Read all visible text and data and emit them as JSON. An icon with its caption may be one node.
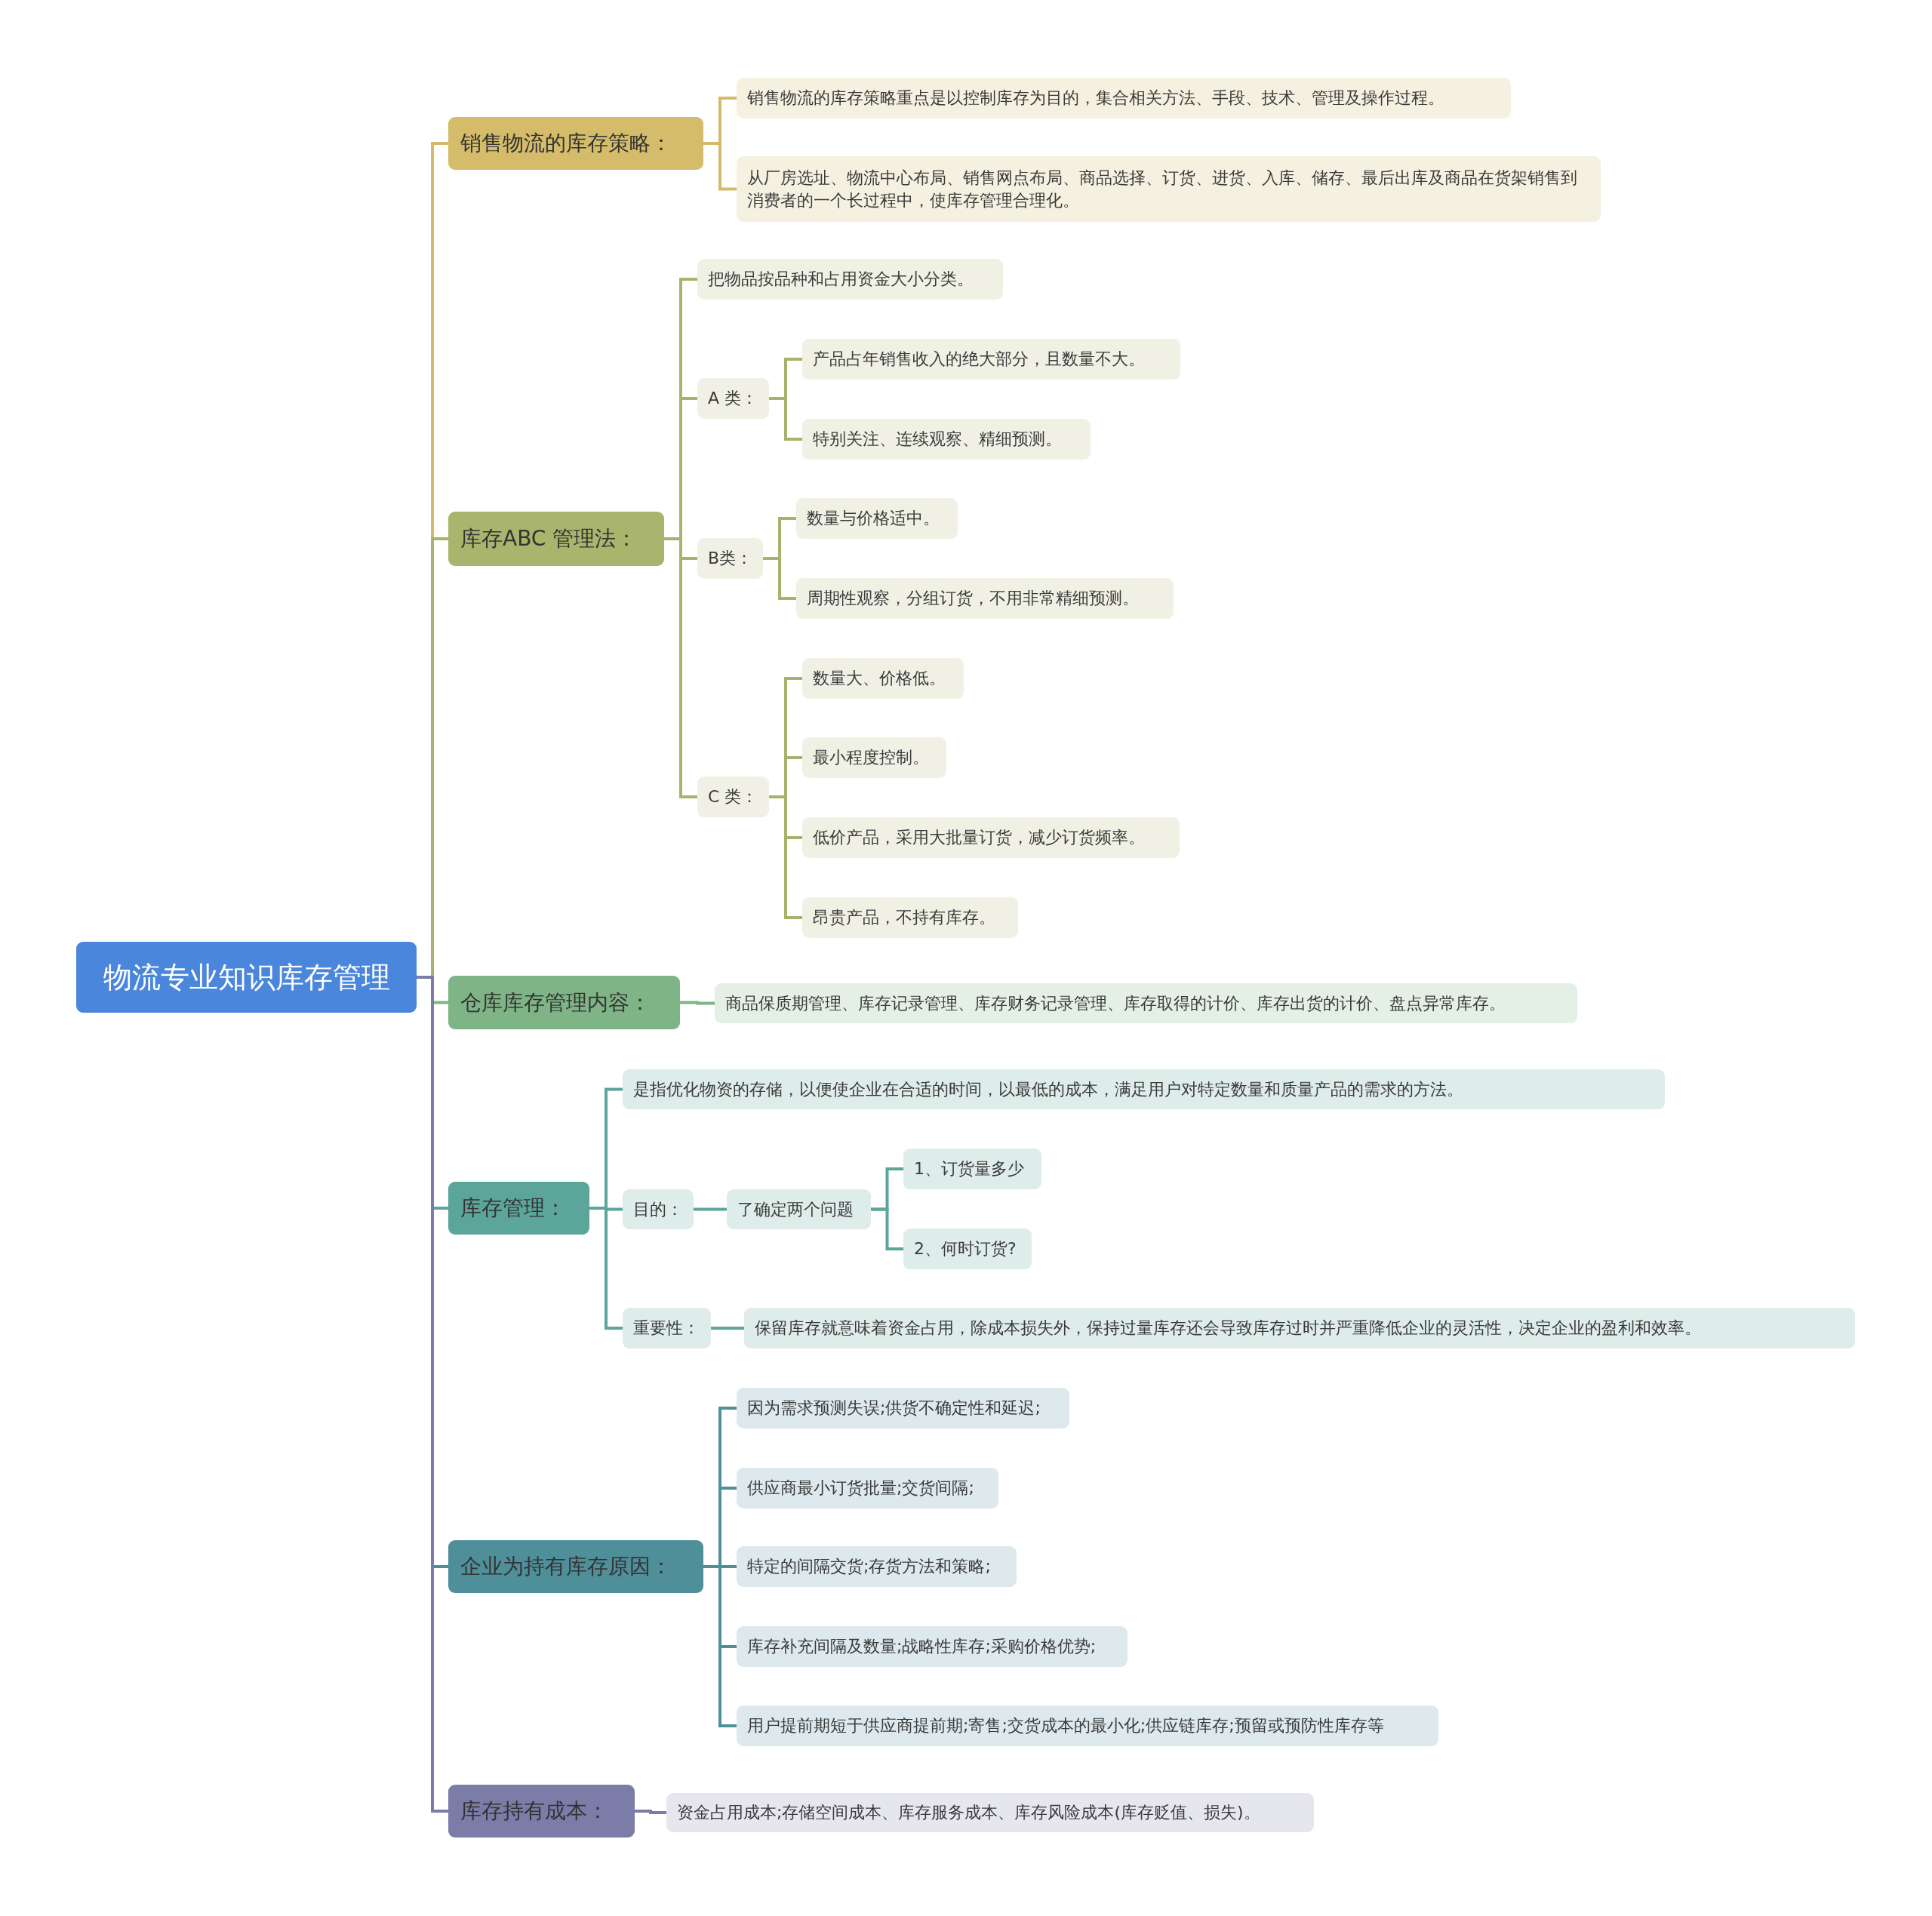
{
  "diagram": {
    "nodes": [
      {
        "text": [
          "物流专业知识库存管理"
        ]
      },
      {
        "text": [
          "销售物流的库存策略："
        ]
      },
      {
        "text": [
          "销售物流的库存策略重点是以控制库存为目的，集合相关方法、手段、技术、管理及操作过程。"
        ]
      },
      {
        "text": [
          "从厂房选址、物流中心布局、销售网点布局、商品选择、订货、进货、入库、储存、最后出库及商品在货架销售到消费者的一个长过程中，使库存管理合理化。"
        ]
      },
      {
        "text": [
          "库存ABC 管理法："
        ]
      },
      {
        "text": [
          "把物品按品种和占用资金大小分类。"
        ]
      },
      {
        "text": [
          "A 类："
        ]
      },
      {
        "text": [
          "产品占年销售收入的绝大部分，且数量不大。"
        ]
      },
      {
        "text": [
          "特别关注、连续观察、精细预测。"
        ]
      },
      {
        "text": [
          "B类："
        ]
      },
      {
        "text": [
          "数量与价格适中。"
        ]
      },
      {
        "text": [
          "周期性观察，分组订货，不用非常精细预测。"
        ]
      },
      {
        "text": [
          "C 类："
        ]
      },
      {
        "text": [
          "数量大、价格低。"
        ]
      },
      {
        "text": [
          "最小程度控制。"
        ]
      },
      {
        "text": [
          "低价产品，采用大批量订货，减少订货频率。"
        ]
      },
      {
        "text": [
          "昂贵产品，不持有库存。"
        ]
      },
      {
        "text": [
          "仓库库存管理内容："
        ]
      },
      {
        "text": [
          "商品保质期管理、库存记录管理、库存财务记录管理、库存取得的计价、库存出货的计价、盘点异常库存。"
        ]
      },
      {
        "text": [
          "库存管理："
        ]
      },
      {
        "text": [
          "是指优化物资的存储，以便使企业在合适的时间，以最低的成本，满足用户对特定数量和质量产品的需求的方法。"
        ]
      },
      {
        "text": [
          "目的："
        ]
      },
      {
        "text": [
          "了确定两个问题"
        ]
      },
      {
        "text": [
          "1、订货量多少"
        ]
      },
      {
        "text": [
          "2、何时订货?"
        ]
      },
      {
        "text": [
          "重要性："
        ]
      },
      {
        "text": [
          "保留库存就意味着资金占用，除成本损失外，保持过量库存还会导致库存过时并严重降低企业的灵活性，决定企业的盈利和效率。"
        ]
      },
      {
        "text": [
          "企业为持有库存原因："
        ]
      },
      {
        "text": [
          "因为需求预测失误;供货不确定性和延迟;"
        ]
      },
      {
        "text": [
          "供应商最小订货批量;交货间隔;"
        ]
      },
      {
        "text": [
          "特定的间隔交货;存货方法和策略;"
        ]
      },
      {
        "text": [
          "库存补充间隔及数量;战略性库存;采购价格优势;"
        ]
      },
      {
        "text": [
          "用户提前期短于供应商提前期;寄售;交货成本的最小化;供应链库存;预留或预防性库存等"
        ]
      },
      {
        "text": [
          "库存持有成本："
        ]
      },
      {
        "text": [
          "资金占用成本;存储空间成本、库存服务成本、库存风险成本(库存贬值、损失)。"
        ]
      }
    ],
    "edges": [
      {
        "from": 0,
        "to": 1,
        "arrow": "none",
        "color": "#d3bb6b"
      },
      {
        "from": 0,
        "to": 4,
        "arrow": "none",
        "color": "#a7b36b"
      },
      {
        "from": 0,
        "to": 17,
        "arrow": "none",
        "color": "#7fb486"
      },
      {
        "from": 0,
        "to": 19,
        "arrow": "none",
        "color": "#5ba59a"
      },
      {
        "from": 0,
        "to": 27,
        "arrow": "none",
        "color": "#4f8f9a"
      },
      {
        "from": 0,
        "to": 33,
        "arrow": "none",
        "color": "#7b7ca8"
      },
      {
        "from": 1,
        "to": 2,
        "arrow": "none",
        "color": "#d3bb6b"
      },
      {
        "from": 1,
        "to": 3,
        "arrow": "none",
        "color": "#d3bb6b"
      },
      {
        "from": 4,
        "to": 5,
        "arrow": "none",
        "color": "#a7b36b"
      },
      {
        "from": 4,
        "to": 6,
        "arrow": "none",
        "color": "#a7b36b"
      },
      {
        "from": 4,
        "to": 9,
        "arrow": "none",
        "color": "#a7b36b"
      },
      {
        "from": 4,
        "to": 12,
        "arrow": "none",
        "color": "#a7b36b"
      },
      {
        "from": 6,
        "to": 7,
        "arrow": "none",
        "color": "#a7b36b"
      },
      {
        "from": 6,
        "to": 8,
        "arrow": "none",
        "color": "#a7b36b"
      },
      {
        "from": 9,
        "to": 10,
        "arrow": "none",
        "color": "#a7b36b"
      },
      {
        "from": 9,
        "to": 11,
        "arrow": "none",
        "color": "#a7b36b"
      },
      {
        "from": 12,
        "to": 13,
        "arrow": "none",
        "color": "#a7b36b"
      },
      {
        "from": 12,
        "to": 14,
        "arrow": "none",
        "color": "#a7b36b"
      },
      {
        "from": 12,
        "to": 15,
        "arrow": "none",
        "color": "#a7b36b"
      },
      {
        "from": 12,
        "to": 16,
        "arrow": "none",
        "color": "#a7b36b"
      },
      {
        "from": 17,
        "to": 18,
        "arrow": "none",
        "color": "#7fb486"
      },
      {
        "from": 19,
        "to": 20,
        "arrow": "none",
        "color": "#5ba59a"
      },
      {
        "from": 19,
        "to": 21,
        "arrow": "none",
        "color": "#5ba59a"
      },
      {
        "from": 19,
        "to": 25,
        "arrow": "none",
        "color": "#5ba59a"
      },
      {
        "from": 21,
        "to": 22,
        "arrow": "none",
        "color": "#5ba59a"
      },
      {
        "from": 22,
        "to": 23,
        "arrow": "none",
        "color": "#5ba59a"
      },
      {
        "from": 22,
        "to": 24,
        "arrow": "none",
        "color": "#5ba59a"
      },
      {
        "from": 25,
        "to": 26,
        "arrow": "none",
        "color": "#5ba59a"
      },
      {
        "from": 27,
        "to": 28,
        "arrow": "none",
        "color": "#4f8f9a"
      },
      {
        "from": 27,
        "to": 29,
        "arrow": "none",
        "color": "#4f8f9a"
      },
      {
        "from": 27,
        "to": 30,
        "arrow": "none",
        "color": "#4f8f9a"
      },
      {
        "from": 27,
        "to": 31,
        "arrow": "none",
        "color": "#4f8f9a"
      },
      {
        "from": 27,
        "to": 32,
        "arrow": "none",
        "color": "#4f8f9a"
      },
      {
        "from": 33,
        "to": 34,
        "arrow": "none",
        "color": "#7b7ca8"
      }
    ]
  }
}
